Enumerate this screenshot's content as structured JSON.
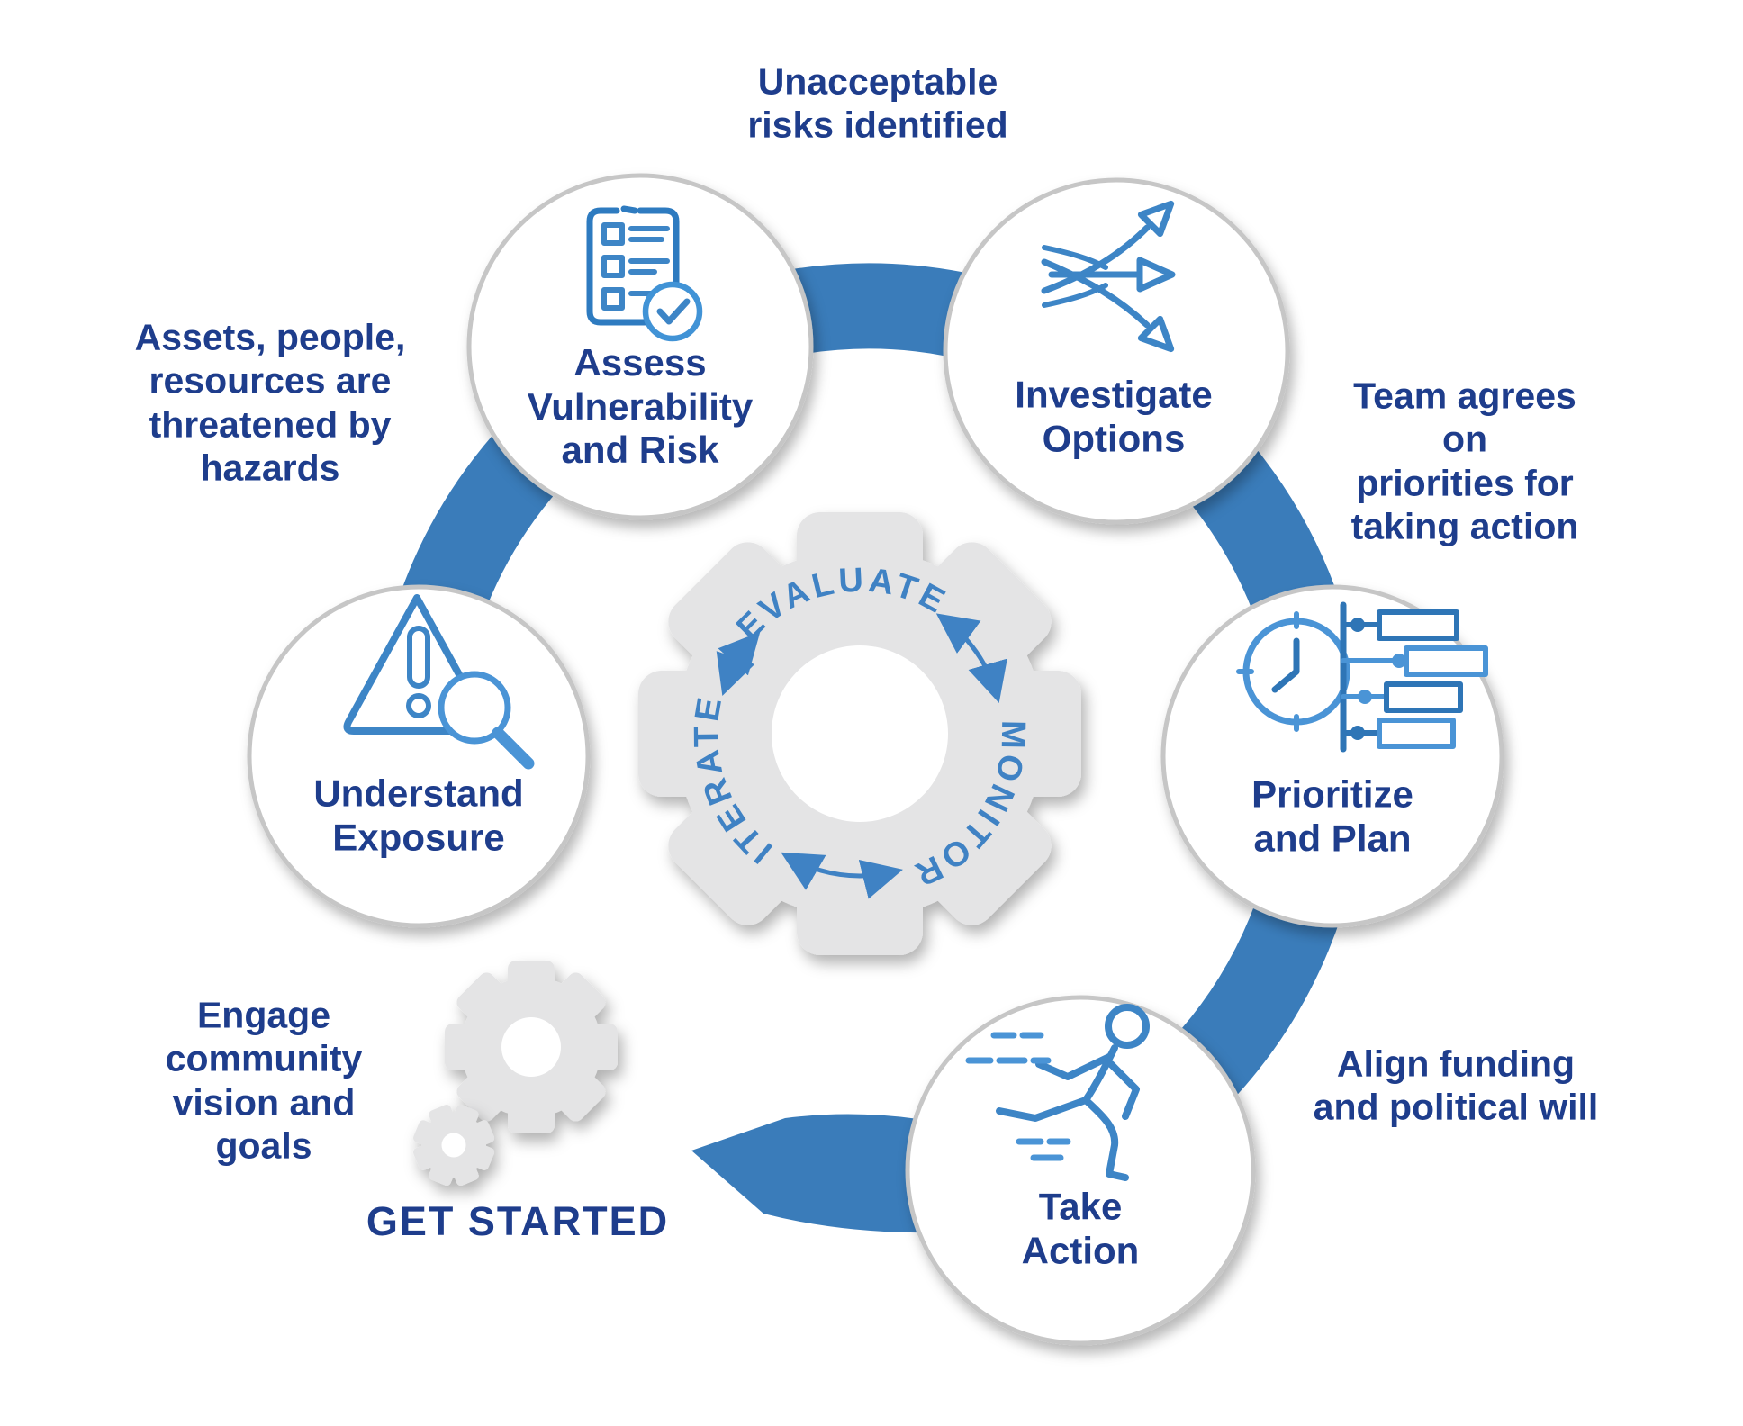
{
  "title": "Resilience planning cycle diagram",
  "annotations": {
    "top": "Unacceptable\nrisks identified",
    "left": "Assets, people,\nresources are\nthreatened by\nhazards",
    "right": "Team agrees on\npriorities for\ntaking action",
    "bottom_right": "Align funding\nand political will",
    "bottom_left": "Engage\ncommunity\nvision and\ngoals",
    "get_started": "GET STARTED"
  },
  "steps": [
    {
      "id": "understand-exposure",
      "label": "Understand\nExposure",
      "icon": "warning-magnifier-icon"
    },
    {
      "id": "assess-vulnerability-risk",
      "label": "Assess\nVulnerability\nand Risk",
      "icon": "checklist-icon"
    },
    {
      "id": "investigate-options",
      "label": "Investigate\nOptions",
      "icon": "branching-arrows-icon"
    },
    {
      "id": "prioritize-and-plan",
      "label": "Prioritize\nand Plan",
      "icon": "clock-schedule-icon"
    },
    {
      "id": "take-action",
      "label": "Take\nAction",
      "icon": "runner-icon"
    }
  ],
  "gear_labels": {
    "evaluate": "EVALUATE",
    "monitor": "MONITOR",
    "iterate": "ITERATE"
  },
  "colors": {
    "ring_blue": "#3a7cba",
    "navy_text": "#1e3d8c",
    "gear_gray": "#e4e4e5",
    "gear_text_blue": "#3f82c4",
    "icon_blue_dark": "#2e75b6",
    "icon_blue_light": "#4a94d6",
    "circle_border": "#c6c6c6",
    "background": "#ffffff"
  }
}
